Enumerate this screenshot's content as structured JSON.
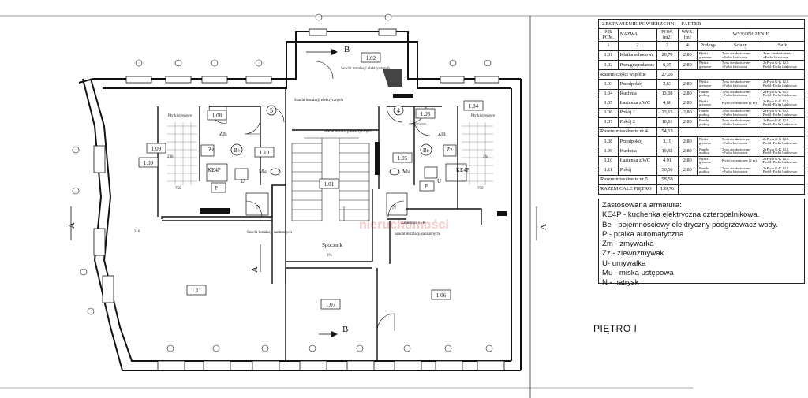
{
  "table": {
    "title": "ZESTAWIENIE POWIERZCHNI - PARTER",
    "headers": {
      "nr": "NR POM.",
      "name": "NAZWA",
      "area": "POW.[m2]",
      "height": "WYS.[m]",
      "floor": "Podłoga",
      "finish": "WYKOŃCZENIE",
      "walls": "Ściany",
      "ceiling": "Sufit"
    },
    "col_numbers": [
      "1",
      "2",
      "3",
      "4"
    ],
    "rows": [
      {
        "nr": "1.01",
        "name": "Klatka schodowa",
        "area": "20,70",
        "h": "2,80",
        "floor": "Płytki gresowe",
        "walls": "Tynk cienkościenny +Farba lateksowa",
        "ceiling": "Tynk cienkościenny +Farba lateksowa"
      },
      {
        "nr": "1.02",
        "name": "Pom.gospodarcze",
        "area": "6,35",
        "h": "2,80",
        "floor": "Płytki gresowe",
        "walls": "Tynk cienkościenny +Farba lateksowa",
        "ceiling": "2xPłyta G-K 12,5 Perfil+Farba lateksowa"
      },
      {
        "sum": true,
        "label": "Razem części wspólne",
        "value": "27,05"
      },
      {
        "nr": "1.03",
        "name": "Przedpokój",
        "area": "2,63",
        "h": "2,80",
        "floor": "Płytki gresowe",
        "walls": "Tynk cienkościenny +Farba lateksowa",
        "ceiling": "2xPłyta G-K 12,5 Perfil+Farba lateksowa"
      },
      {
        "nr": "1.04",
        "name": "Kuchnia",
        "area": "13,08",
        "h": "2,80",
        "floor": "Panele podłog.",
        "walls": "Tynk cienkościenny +Farba lateksowa",
        "ceiling": "2xPłyta G-K 12,5 Perfil+Farba lateksowa"
      },
      {
        "nr": "1.05",
        "name": "Łazienka z WC",
        "area": "4,66",
        "h": "2,80",
        "floor": "Płytki gresowe",
        "walls": "Płytki ceramiczne (2 m)",
        "ceiling": "2xPłyta G-K 12,5 Perfil+Farba lateksowa"
      },
      {
        "nr": "1.06",
        "name": "Pokój 1",
        "area": "23,15",
        "h": "2,80",
        "floor": "Panele podłog.",
        "walls": "Tynk cienkościenny +Farba lateksowa",
        "ceiling": "2xPłyta G-K 12,5 Perfil+Farba lateksowa"
      },
      {
        "nr": "1.07",
        "name": "Pokój 2",
        "area": "10,61",
        "h": "2,80",
        "floor": "Panele podłog.",
        "walls": "Tynk cienkościenny +Farba lateksowa",
        "ceiling": "2xPłyta G-K 12,5 Perfil+Farba lateksowa"
      },
      {
        "sum": true,
        "label": "Razem mieszkanie nr 4",
        "value": "54,13"
      },
      {
        "nr": "1.08",
        "name": "Przedpokój",
        "area": "3,19",
        "h": "2,80",
        "floor": "Płytki gresowe",
        "walls": "Tynk cienkościenny +Farba lateksowa",
        "ceiling": "2xPłyta G-K 12,5 Perfil+Farba lateksowa"
      },
      {
        "nr": "1.09",
        "name": "Kuchnia",
        "area": "19,92",
        "h": "2,80",
        "floor": "Panele podłog.",
        "walls": "Tynk cienkościenny +Farba lateksowa",
        "ceiling": "2xPłyta G-K 12,5 Perfil+Farba lateksowa"
      },
      {
        "nr": "1.10",
        "name": "Łazienka z WC",
        "area": "4,91",
        "h": "2,80",
        "floor": "Płytki gresowe",
        "walls": "Płytki ceramiczne (2 m)",
        "ceiling": "2xPłyta G-K 12,5 Perfil+Farba lateksowa"
      },
      {
        "nr": "1.11",
        "name": "Pokój",
        "area": "30,56",
        "h": "2,80",
        "floor": "Panele podłog.",
        "walls": "Tynk cienkościenny +Farba lateksowa",
        "ceiling": "2xPłyta G-K 12,5 Perfil+Farba lateksowa"
      },
      {
        "sum": true,
        "label": "Razem mieszkanie nr 5",
        "value": "58,58"
      },
      {
        "sum": true,
        "label": "RAZEM CAŁE PIĘTRO",
        "value": "139,76"
      }
    ]
  },
  "legend": {
    "title": "Zastosowana armatura:",
    "items": [
      "KE4P - kuchenka elektryczna czteropalnikowa.",
      "Be - pojemnosciowy elektryczny podgrzewacz wody.",
      "P - pralka automatyczna",
      "Zm - zmywarka",
      "Zz - zlewozmywak",
      "U- umywalka",
      "Mu - miska ustępowa",
      "N - natrysk"
    ]
  },
  "floor_label": "PIĘTRO I",
  "plan": {
    "rooms": {
      "r101": "1.01",
      "r102": "1.02",
      "r103": "1.03",
      "r104": "1.04",
      "r105": "1.05",
      "r106": "1.06",
      "r107": "1.07",
      "r108": "1.08",
      "r109a": "1.09",
      "r109b": "1.09",
      "r110": "1.10",
      "r111": "1.11"
    },
    "section_marks": {
      "a": "A",
      "b": "B"
    },
    "units": {
      "u4": "4",
      "u5": "5"
    },
    "labels": {
      "shaft_elec_top": "Szacht instalacji elektrycznych",
      "shaft_elec_mid": "Szacht instalacji elektrycznych",
      "shaft_elec_stair": "Szacht instalacji elektrycznych",
      "shaft_san_left": "Szacht instalacji sanitarnych",
      "shaft_san_right": "Szacht instalacji sanitarnych",
      "gas_meter": "Zabudowa G-K",
      "tiles_left": "Płytki gresowe",
      "tiles_right": "Płytki gresowe",
      "landing": "Spocznik",
      "slope": "3%",
      "dim_left": "750",
      "dim_right": "750",
      "dim_h_left": "236",
      "dim_h_right": "264",
      "dim_wall": "310"
    },
    "fixtures": {
      "ke4p_left": "KE4P",
      "ke4p_right": "KE4P",
      "be_left": "Be",
      "be_right": "Be",
      "zm_left": "Zm",
      "zm_right": "Zm",
      "zz_left": "Zz",
      "zz_right": "Zz",
      "mu_left": "Mu",
      "mu_right": "Mu",
      "p_left": "P",
      "p_right": "P",
      "u_left": "U",
      "u_right": "U",
      "n_left": "N",
      "n_right": "N"
    },
    "watermark": "nieruchomości"
  }
}
